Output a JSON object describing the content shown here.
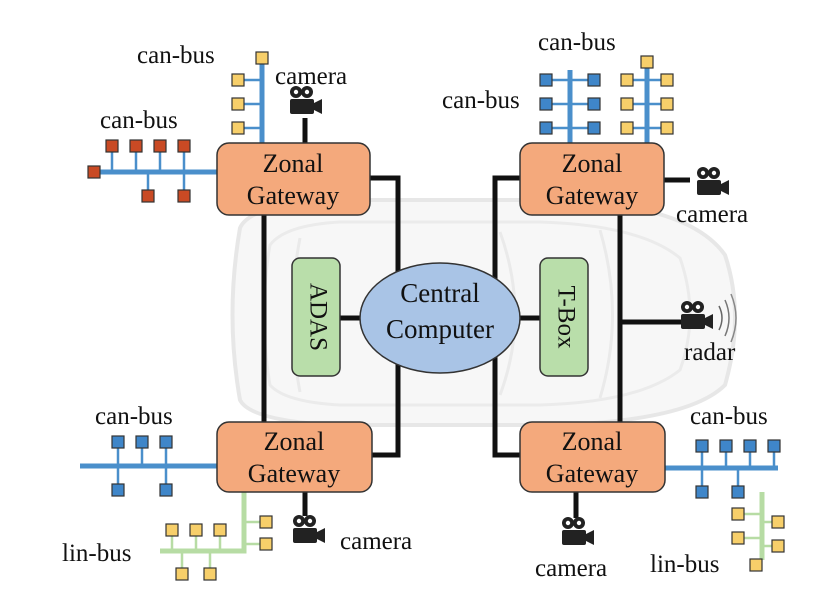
{
  "zonal_gateways": [
    {
      "id": "tl",
      "line1": "Zonal",
      "line2": "Gateway"
    },
    {
      "id": "tr",
      "line1": "Zonal",
      "line2": "Gateway"
    },
    {
      "id": "bl",
      "line1": "Zonal",
      "line2": "Gateway"
    },
    {
      "id": "br",
      "line1": "Zonal",
      "line2": "Gateway"
    }
  ],
  "central": {
    "line1": "Central",
    "line2": "Computer"
  },
  "adas": {
    "label": "ADAS"
  },
  "tbox": {
    "label": "T-Box"
  },
  "labels": {
    "can_bus_tl_top": "can-bus",
    "can_bus_tl_left": "can-bus",
    "camera_tl": "camera",
    "can_bus_tr_left": "can-bus",
    "can_bus_tr_top": "can-bus",
    "camera_tr": "camera",
    "radar": "radar",
    "can_bus_bl": "can-bus",
    "lin_bus_bl": "lin-bus",
    "camera_bl": "camera",
    "can_bus_br": "can-bus",
    "lin_bus_br": "lin-bus",
    "camera_br": "camera"
  },
  "colors": {
    "gateway_fill": "#f4a97c",
    "central_fill": "#a9c4e6",
    "module_fill": "#b9deaa",
    "can_bus_line": "#4a8fcb",
    "lin_bus_line": "#b7dca4",
    "node_yellow": "#f7cf6a",
    "node_blue": "#3f86c9",
    "node_red": "#c94a24"
  }
}
